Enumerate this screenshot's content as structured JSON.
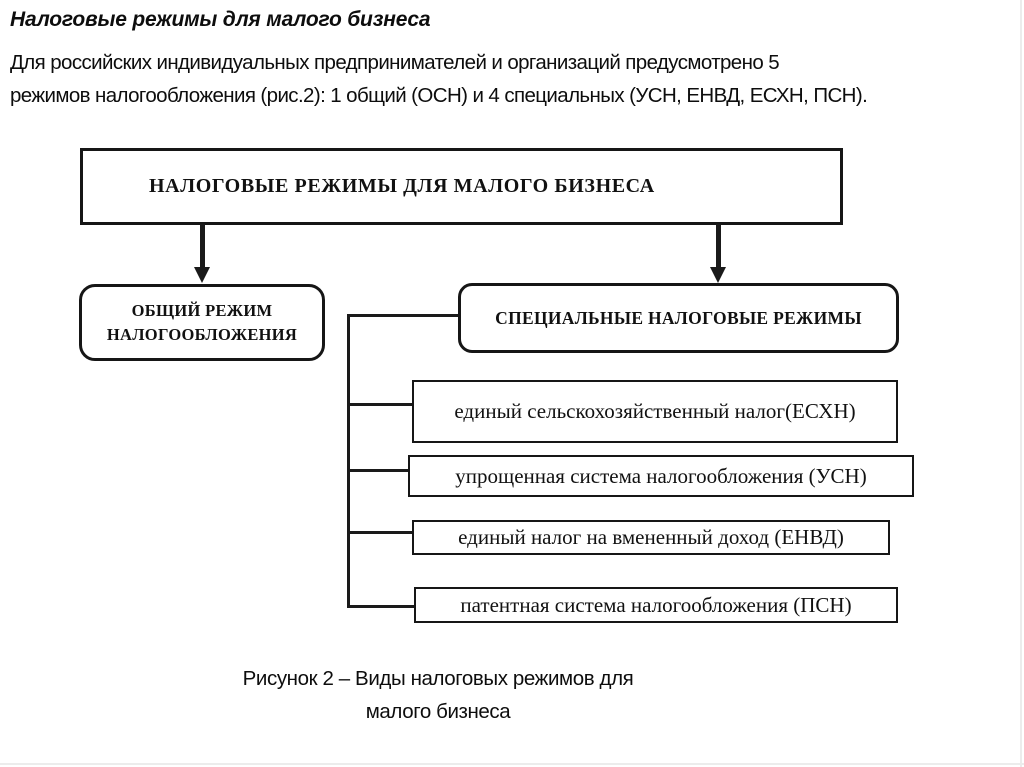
{
  "page": {
    "title": "Налоговые режимы для малого бизнеса",
    "intro_line1": "Для российских индивидуальных предпринимателей и организаций предусмотрено 5",
    "intro_line2": "режимов налогообложения (рис.2): 1 общий (ОСН) и 4 специальных (УСН, ЕНВД, ЕСХН, ПСН)."
  },
  "diagram": {
    "root_label": "НАЛОГОВЫЕ РЕЖИМЫ ДЛЯ МАЛОГО БИЗНЕСА",
    "general_regime_line1": "ОБЩИЙ РЕЖИМ",
    "general_regime_line2": "НАЛОГООБЛОЖЕНИЯ",
    "special_regimes_label": "СПЕЦИАЛЬНЫЕ НАЛОГОВЫЕ РЕЖИМЫ",
    "special_items": [
      "единый сельскохозяйственный налог(ЕСХН)",
      "упрощенная система налогообложения (УСН)",
      "единый налог на вмененный доход (ЕНВД)",
      "патентная система налогообложения (ПСН)"
    ],
    "stroke_color": "#1a1a1a",
    "background_color": "#ffffff"
  },
  "caption": {
    "line1": "Рисунок 2 – Виды налоговых режимов для",
    "line2": "малого бизнеса"
  }
}
